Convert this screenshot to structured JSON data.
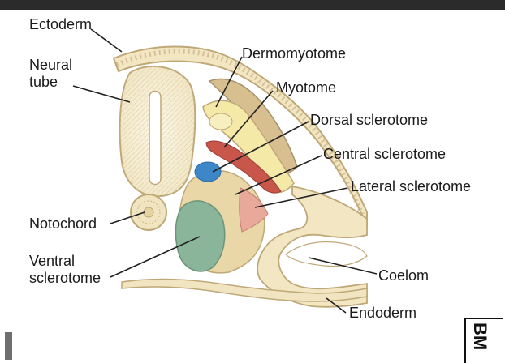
{
  "labels": {
    "ectoderm": "Ectoderm",
    "neural_tube": "Neural\ntube",
    "dermomyotome": "Dermomyotome",
    "myotome": "Myotome",
    "dorsal_sclerotome": "Dorsal sclerotome",
    "central_sclerotome": "Central sclerotome",
    "lateral_sclerotome": "Lateral sclerotome",
    "notochord": "Notochord",
    "ventral_sclerotome": "Ventral\nsclerotome",
    "coelom": "Coelom",
    "endoderm": "Endoderm"
  },
  "corner_mark": "BM",
  "colors": {
    "tissue_fill": "#f7f0d8",
    "tissue_stroke": "#bfa878",
    "dermomyotome": "#f5e9a8",
    "myotome": "#c9564a",
    "dorsal_sclerotome": "#3d86c8",
    "central_sclerotome": "#ead7a8",
    "lateral_sclerotome": "#e8a89a",
    "ventral_sclerotome": "#8ab59a"
  }
}
